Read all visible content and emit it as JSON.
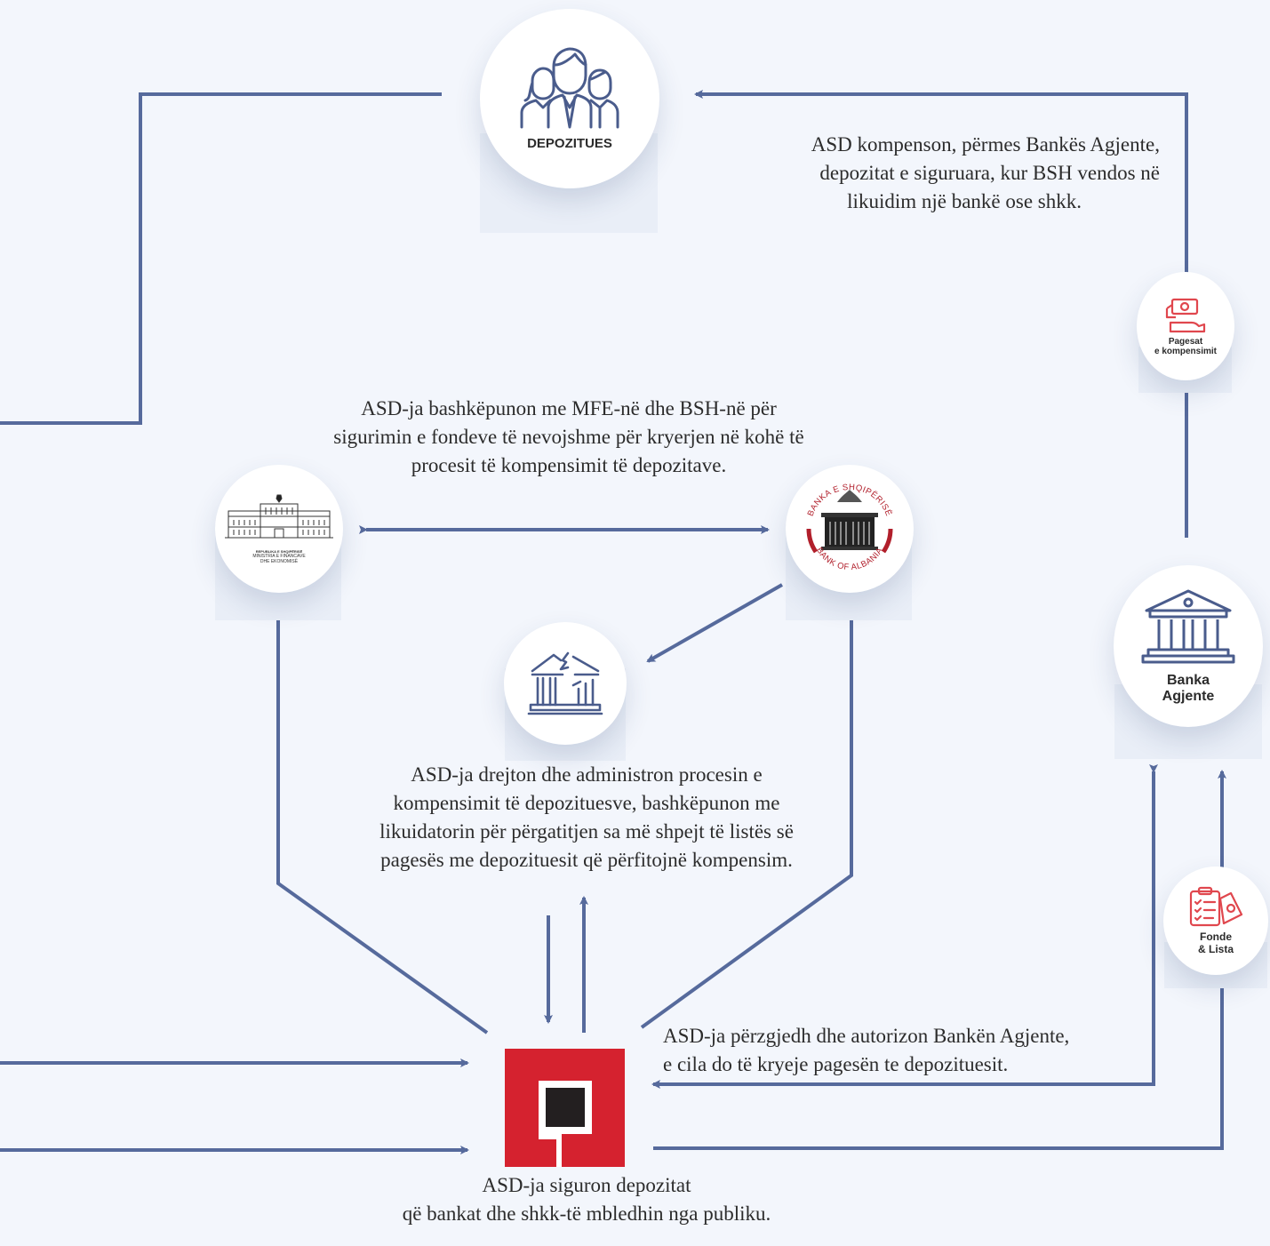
{
  "nodes": {
    "depozitues": "DEPOZITUES",
    "pagesat_line1": "Pagesat",
    "pagesat_line2": "e kompensimit",
    "mfe_line1": "REPUBLIKA E SHQIPËRISË",
    "mfe_line2": "MINISTRIA E FINANCAVE",
    "mfe_line3": "DHE EKONOMISË",
    "bsh_top": "BANKA E SHQIPËRISË",
    "bsh_bottom": "BANK OF ALBANIA",
    "banka_line1": "Banka",
    "banka_line2": "Agjente",
    "fonde_line1": "Fonde",
    "fonde_line2": "& Lista"
  },
  "texts": {
    "compensation": [
      "ASD kompenson, përmes Bankës Agjente,",
      "depozitat e siguruara, kur BSH vendos në",
      "likuidim  një bankë ose shkk."
    ],
    "cooperation": [
      "ASD-ja bashkëpunon me MFE-në dhe BSH-në  për",
      "sigurimin e fondeve të nevojshme për kryerjen në kohë të",
      "procesit të kompensimit të depozitave."
    ],
    "administration": [
      "ASD-ja drejton dhe administron procesin e",
      "kompensimit të depozituesve, bashkëpunon  me",
      "likuidatorin për përgatitjen sa më shpejt të listës së",
      "pagesës me depozituesit që përfitojnë  kompensim."
    ],
    "authorization": [
      "ASD-ja përzgjedh dhe autorizon Bankën Agjente,",
      "e cila do të kryeje pagesën te depozituesit."
    ],
    "insurance": [
      "ASD-ja siguron depozitat",
      "që bankat dhe shkk-të mbledhin nga publiku."
    ]
  },
  "colors": {
    "arrow": "#566a9c",
    "accent_red": "#d5222f",
    "icon_red": "#e0474e",
    "icon_blue": "#4a5c8c",
    "background": "#f3f6fc"
  }
}
